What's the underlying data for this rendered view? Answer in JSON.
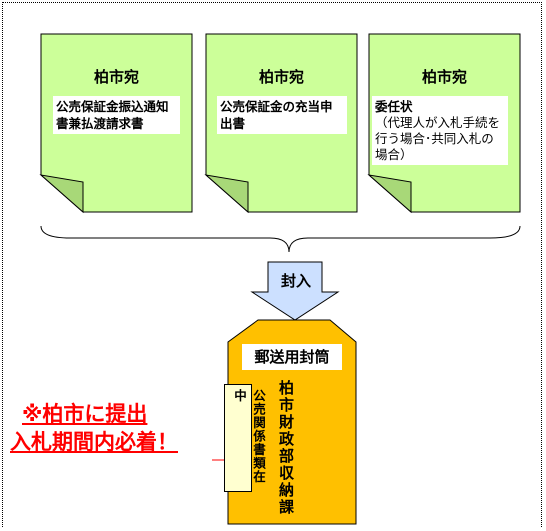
{
  "documents": [
    {
      "addressee": "柏市宛",
      "title": "公売保証金振込通知書兼払渡請求書",
      "note": ""
    },
    {
      "addressee": "柏市宛",
      "title": "公売保証金の充当申出書",
      "note": ""
    },
    {
      "addressee": "柏市宛",
      "title": "委任状",
      "note": "（代理人が入札手続を行う場合･共同入札の場合）"
    }
  ],
  "arrow_label": "封入",
  "envelope": {
    "header": "郵送用封筒",
    "recipient": "柏市財政部収納課",
    "enclosure_note": "公売関係書類在中"
  },
  "warning": {
    "line1": "※柏市に提出",
    "line2": "入札期間内必着！"
  },
  "colors": {
    "document_fill": "#ccff99",
    "envelope_fill": "#ffc000",
    "arrow_fill": "#cce0ff",
    "warning_text": "#ff0000"
  }
}
